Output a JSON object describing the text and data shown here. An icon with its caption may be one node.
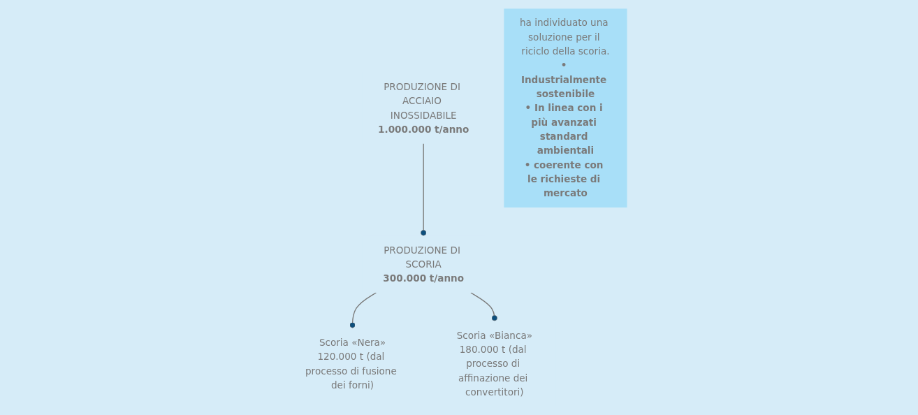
{
  "diagram": {
    "nodes": [
      {
        "text": [
          "PRODUZIONE DI ACCIAIO INOSSIDABILE",
          "1.000.000 t/anno"
        ]
      },
      {
        "text": [
          "PRODUZIONE DI SCORIA",
          "300.000 t/anno"
        ]
      },
      {
        "text": [
          "Scoria «Nera»",
          "120.000 t (dal processo di fusione dei forni)"
        ]
      },
      {
        "text": [
          "Scoria «Bianca»",
          "180.000 t (dal processo di affinazione dei convertitori)"
        ]
      },
      {
        "text": [
          "ha individuato una soluzione per il riciclo della scoria.",
          "• Industrialmente sostenibile",
          "• In linea con i più avanzati standard ambientali",
          "• coerente con le richieste di mercato"
        ]
      }
    ],
    "edges": [
      {
        "from": 0,
        "to": 1,
        "arrow": "other"
      },
      {
        "from": 1,
        "to": 2,
        "arrow": "other"
      },
      {
        "from": 1,
        "to": 3,
        "arrow": "other"
      }
    ]
  }
}
